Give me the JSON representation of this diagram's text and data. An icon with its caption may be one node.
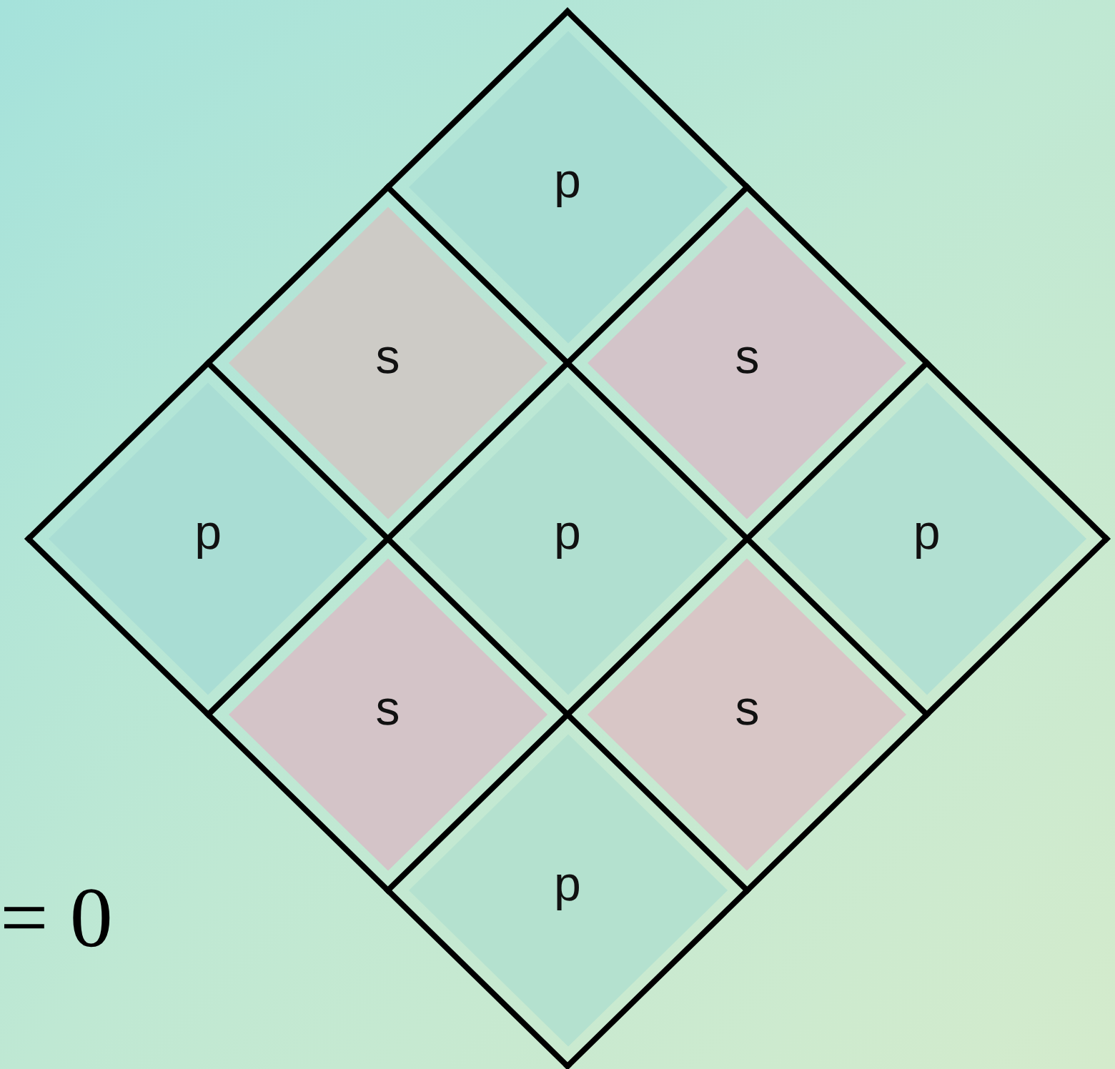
{
  "diagram": {
    "nodes": [
      {
        "text": [
          "p"
        ]
      },
      {
        "text": [
          "s"
        ]
      },
      {
        "text": [
          "s"
        ]
      },
      {
        "text": [
          "p"
        ]
      },
      {
        "text": [
          "p"
        ]
      },
      {
        "text": [
          "p"
        ]
      },
      {
        "text": [
          "s"
        ]
      },
      {
        "text": [
          "s"
        ]
      },
      {
        "text": [
          "p"
        ]
      }
    ],
    "labels": [
      "= 0"
    ]
  }
}
